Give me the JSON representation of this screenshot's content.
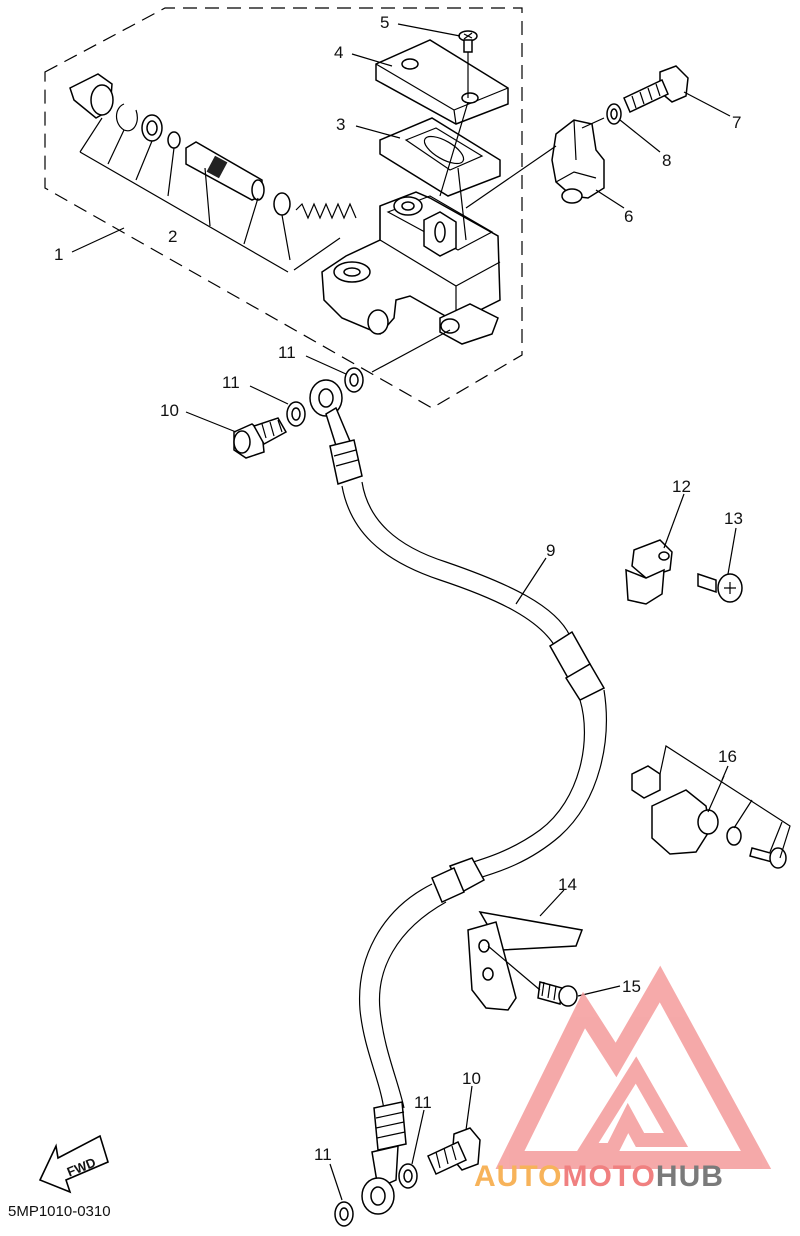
{
  "callouts": {
    "c1": "1",
    "c2": "2",
    "c3": "3",
    "c4": "4",
    "c5": "5",
    "c6": "6",
    "c7": "7",
    "c8": "8",
    "c9": "9",
    "c10a": "10",
    "c10b": "10",
    "c11a": "11",
    "c11b": "11",
    "c11c": "11",
    "c11d": "11",
    "c12": "12",
    "c13": "13",
    "c14": "14",
    "c15": "15",
    "c16": "16"
  },
  "fwd_label": "FWD",
  "diagram_code": "5MP1010-0310",
  "watermark": {
    "text_orange": "AUTO",
    "text_red": "MOTO",
    "text_gray": "HUB",
    "colors": {
      "orange": "#f7b35a",
      "red": "#f08080",
      "gray": "#7a7a7a",
      "logo": "#f49b9b"
    }
  }
}
